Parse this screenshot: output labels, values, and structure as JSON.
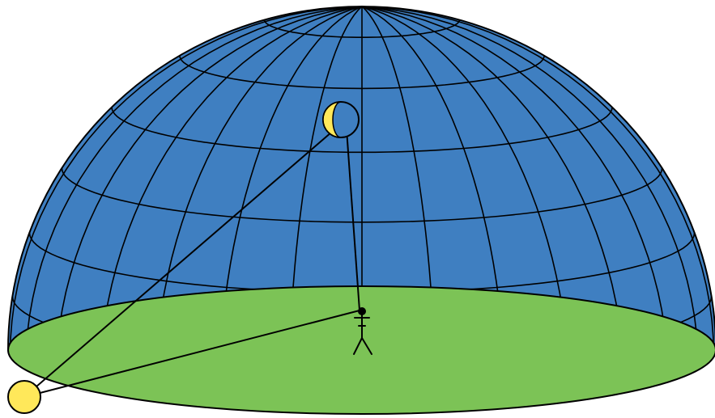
{
  "diagram": {
    "colors": {
      "sky_dome": "#3f7fc1",
      "ground": "#7cc356",
      "grid_lines": "#000000",
      "sun": "#ffe85a",
      "moon_lit": "#ffe85a",
      "moon_dark": "#3f7fc1",
      "sight_lines": "#000000",
      "observer": "#000000"
    },
    "elements": {
      "sky_dome": "celestial-sphere",
      "ground": "horizon-plane",
      "observer": "stick-figure",
      "sun": "sun-disc",
      "moon": "crescent-moon",
      "lines": [
        "observer-to-moon",
        "observer-to-sun",
        "sun-to-moon"
      ]
    }
  }
}
